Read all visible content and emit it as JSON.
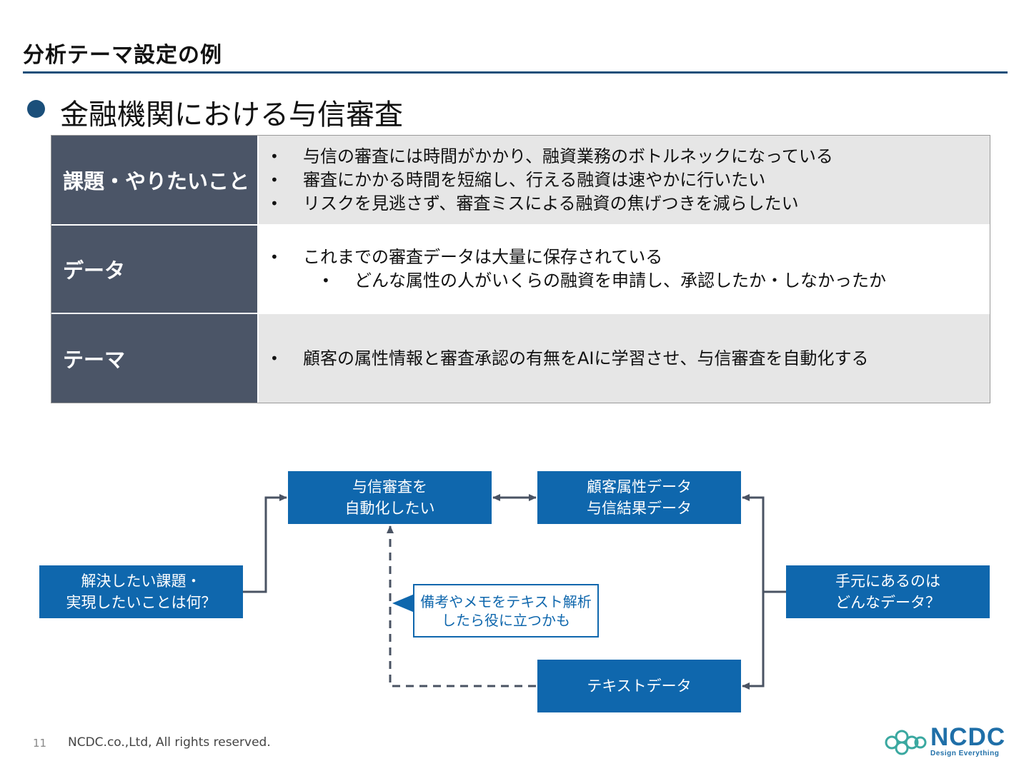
{
  "page": {
    "title": "分析テーマ設定の例",
    "heading": "金融機関における与信審査"
  },
  "table": {
    "rows": [
      {
        "label": "課題・やりたいこと",
        "bullets": [
          "与信の審査には時間がかかり、融資業務のボトルネックになっている",
          "審査にかかる時間を短縮し、行える融資は速やかに行いたい",
          "リスクを見逃さず、審査ミスによる融資の焦げつきを減らしたい"
        ]
      },
      {
        "label": "データ",
        "bullets": [
          "これまでの審査データは大量に保存されている"
        ],
        "sub_bullets": [
          "どんな属性の人がいくらの融資を申請し、承認したか・しなかったか"
        ]
      },
      {
        "label": "テーマ",
        "bullets": [
          "顧客の属性情報と審査承認の有無をAIに学習させ、与信審査を自動化する"
        ]
      }
    ],
    "bullet_char": "•"
  },
  "diagram": {
    "nodes": {
      "issue": {
        "line1": "解決したい課題・",
        "line2": "実現したいことは何？"
      },
      "goal": {
        "line1": "与信審査を",
        "line2": "自動化したい"
      },
      "customer_data": {
        "line1": "顧客属性データ",
        "line2": "与信結果データ"
      },
      "available_data": {
        "line1": "手元にあるのは",
        "line2": "どんなデータ？"
      },
      "text_data": {
        "line1": "テキストデータ"
      },
      "note": {
        "line1": "備考やメモをテキスト解析",
        "line2": "したら役に立つかも"
      }
    },
    "colors": {
      "node_fill": "#0f67ad",
      "connector": "#4a5363",
      "label_panel": "#4b5567"
    }
  },
  "footer": {
    "page_number": "11",
    "copyright": "NCDC.co.,Ltd, All rights reserved.",
    "logo_text": "NCDC",
    "logo_tagline": "Design Everything",
    "logo_icon": "molecule-logo-icon"
  }
}
